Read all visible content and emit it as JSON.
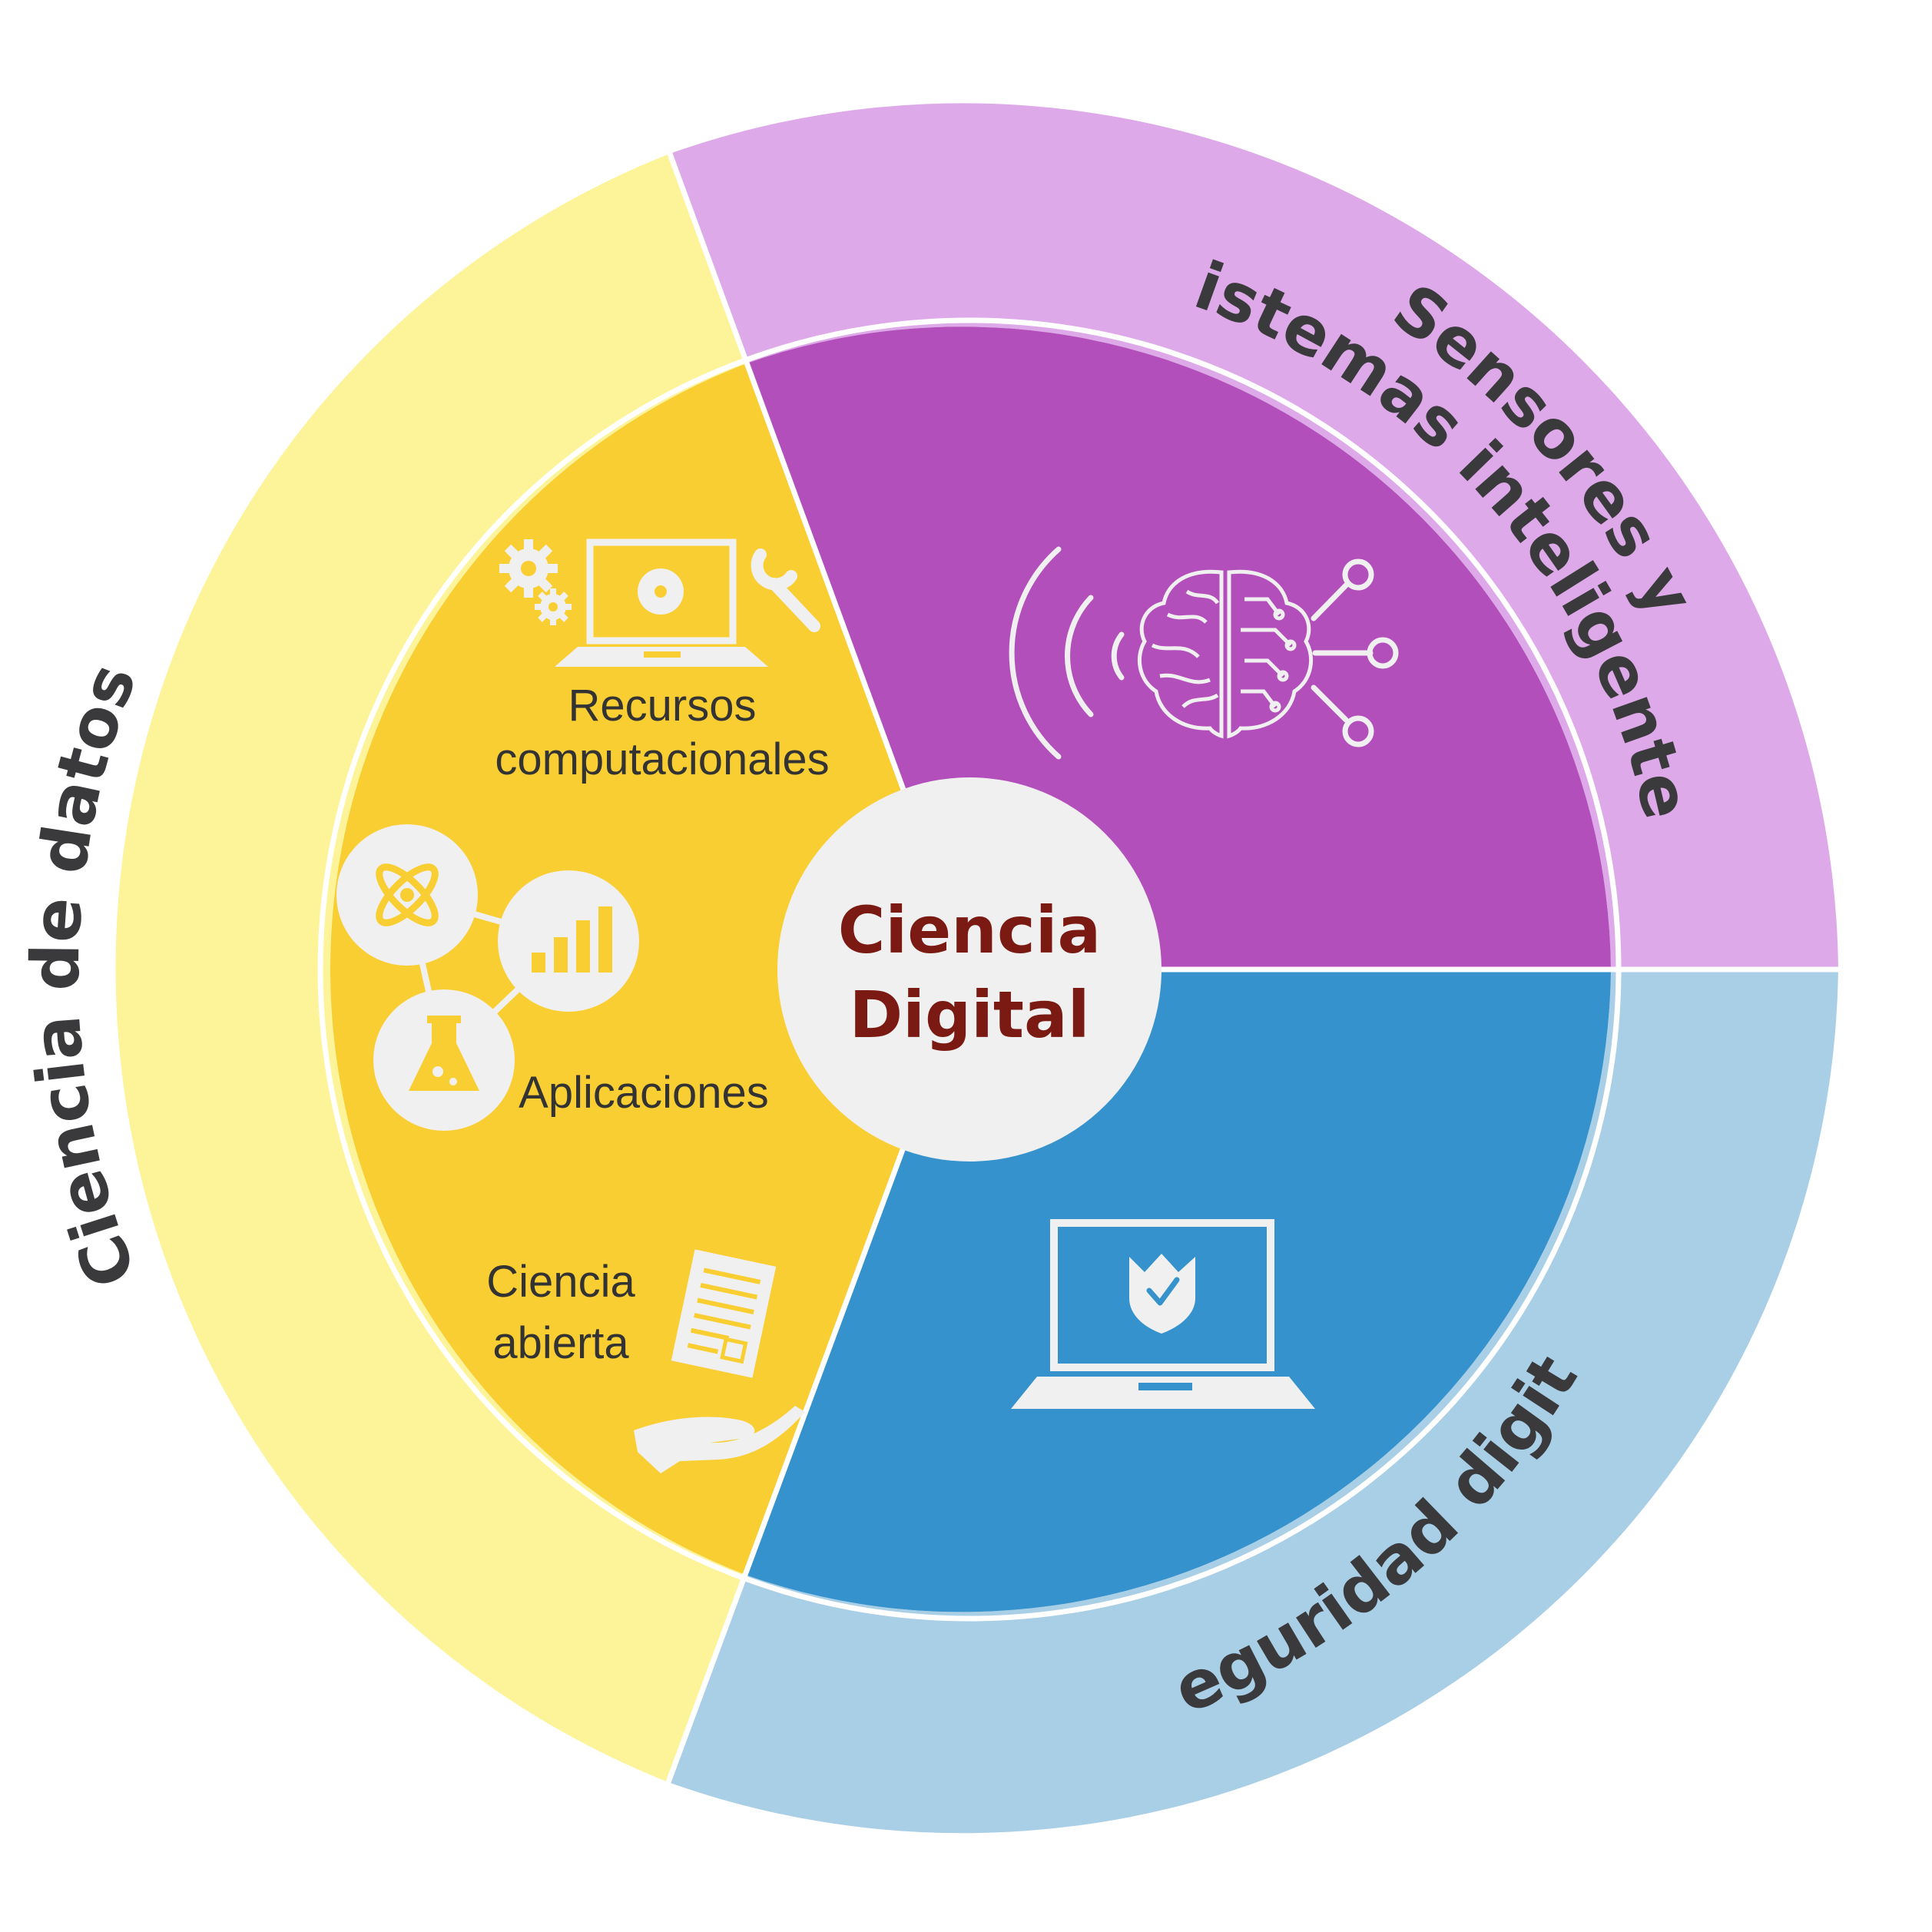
{
  "center": {
    "line1": "Ciencia",
    "line2": "Digital"
  },
  "outer_ring": {
    "ciencia_datos": "Ciencia de datos",
    "sensores_line1": "Sensores y",
    "sensores_line2": "sistemas inteligentes",
    "seguridad": "Seguridad digital"
  },
  "inner": {
    "recursos_line1": "Recursos",
    "recursos_line2": "computacionales",
    "aplicaciones": "Aplicaciones",
    "ciencia_abierta_line1": "Ciencia",
    "ciencia_abierta_line2": "abierta"
  },
  "colors": {
    "yellow_outer": "#FDF49A",
    "yellow_inner": "#F9CE33",
    "purple_outer": "#DDA9E8",
    "purple_inner": "#B34FBB",
    "blue_outer": "#A9CFE6",
    "blue_inner": "#3592CD",
    "center_fill": "#F0F0F0",
    "center_text": "#7A1A12",
    "icon_light": "#F0F0F0"
  },
  "icons": [
    "laptop-disc-icon",
    "gears-icon",
    "wrench-icon",
    "atom-icon",
    "bar-chart-icon",
    "flask-icon",
    "document-icon",
    "hand-icon",
    "brain-circuit-icon",
    "wifi-waves-icon",
    "network-nodes-icon",
    "laptop-shield-icon"
  ]
}
